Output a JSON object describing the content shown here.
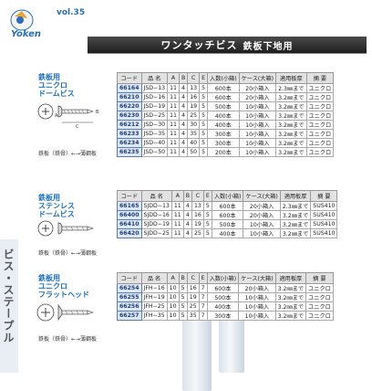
{
  "header": {
    "vol": "vol.35",
    "brand": "Yoken",
    "title": "ワンタッチビス",
    "subtitle": "鉄板下地用"
  },
  "side_title": "ビス・ステープル",
  "columns": [
    "コード",
    "品 名",
    "A",
    "B",
    "C",
    "E",
    "入数(小箱)",
    "ケース(大箱)",
    "適用板厚",
    "摘 要"
  ],
  "sections": [
    {
      "label": [
        "鉄板用",
        "ユニクロ",
        "ドームビス"
      ],
      "material": "鉄板（鉄骨）←→薄鋼板",
      "rows": [
        [
          "66164",
          "JSD−13",
          "11",
          "4",
          "13",
          "5",
          "600本",
          "20小箱入",
          "2.3㎜まで",
          "ユニクロ"
        ],
        [
          "66210",
          "JSD−16",
          "11",
          "4",
          "16",
          "5",
          "600本",
          "20小箱入",
          "3.2㎜まで",
          "ユニクロ"
        ],
        [
          "66220",
          "JSD−19",
          "11",
          "4",
          "19",
          "5",
          "500本",
          "10小箱入",
          "3.2㎜まで",
          "ユニクロ"
        ],
        [
          "66230",
          "JSD−25",
          "11",
          "4",
          "25",
          "5",
          "400本",
          "10小箱入",
          "3.2㎜まで",
          "ユニクロ"
        ],
        [
          "66212",
          "JSD−30",
          "11",
          "4",
          "30",
          "5",
          "400本",
          "10小箱入",
          "3.2㎜まで",
          "ユニクロ"
        ],
        [
          "66233",
          "JSD−35",
          "11",
          "4",
          "35",
          "5",
          "300本",
          "10小箱入",
          "3.2㎜まで",
          "ユニクロ"
        ],
        [
          "66234",
          "JSD−40",
          "11",
          "4",
          "40",
          "5",
          "300本",
          "10小箱入",
          "3.2㎜まで",
          "ユニクロ"
        ],
        [
          "66235",
          "JSD−50",
          "11",
          "4",
          "50",
          "5",
          "200本",
          "10小箱入",
          "3.2㎜まで",
          "ユニクロ"
        ]
      ]
    },
    {
      "label": [
        "鉄板用",
        "ステンレス",
        "ドームビス"
      ],
      "material": "鉄板（鉄骨）←→薄鋼板",
      "rows": [
        [
          "66165",
          "SJDD−13",
          "11",
          "4",
          "13",
          "5",
          "600本",
          "20小箱入",
          "2.3㎜まで",
          "SUS410"
        ],
        [
          "66400",
          "SJDD−16",
          "11",
          "4",
          "16",
          "5",
          "600本",
          "20小箱入",
          "3.2㎜まで",
          "SUS410"
        ],
        [
          "66410",
          "SJDD−19",
          "11",
          "4",
          "19",
          "5",
          "500本",
          "10小箱入",
          "3.2㎜まで",
          "SUS410"
        ],
        [
          "66420",
          "SJDD−25",
          "11",
          "4",
          "25",
          "5",
          "400本",
          "10小箱入",
          "3.2㎜まで",
          "SUS410"
        ]
      ]
    },
    {
      "label": [
        "鉄板用",
        "ユニクロ",
        "フラットヘッド"
      ],
      "material": "鉄板（鉄骨）←→薄鋼板",
      "rows": [
        [
          "66254",
          "JFH−16",
          "10",
          "5",
          "16",
          "7",
          "600本",
          "20小箱入",
          "3.2㎜まで",
          "ユニクロ"
        ],
        [
          "66255",
          "JFH−19",
          "10",
          "5",
          "19",
          "7",
          "500本",
          "10小箱入",
          "3.2㎜まで",
          "ユニクロ"
        ],
        [
          "66256",
          "JFH−25",
          "10",
          "5",
          "25",
          "7",
          "400本",
          "10小箱入",
          "3.2㎜まで",
          "ユニクロ"
        ],
        [
          "66257",
          "JFH−35",
          "10",
          "5",
          "35",
          "7",
          "300本",
          "10小箱入",
          "3.2㎜まで",
          "ユニクロ"
        ]
      ]
    }
  ],
  "colors": {
    "accent": "#1d6fc0",
    "code_bg": "#dfe8f6",
    "header_bar": "#2a2a2a"
  }
}
